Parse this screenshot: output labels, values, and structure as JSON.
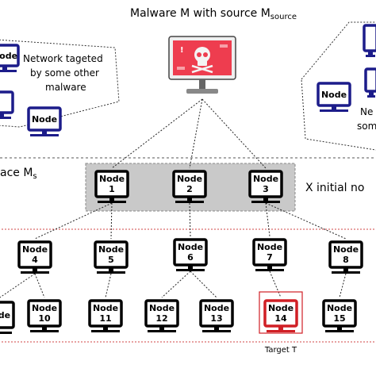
{
  "title": {
    "main": "Malware M with source M",
    "sub": "source"
  },
  "notes": {
    "other_network": [
      "Network tageted",
      "by some other",
      "malware"
    ],
    "right_network_fragment": [
      "Ne",
      "som"
    ],
    "subspace": {
      "main": "ace M",
      "sub": "s"
    },
    "initial_nodes": "X initial no"
  },
  "target_label": "Target T",
  "node_label": "Node",
  "colors": {
    "node_frame": "#000000",
    "other_network_frame": "#1c1c8a",
    "target_frame": "#d01f25",
    "malware_screen": "#ee3d4f",
    "subspace_fill": "#c9c9c9",
    "level_border": "#d04545"
  },
  "graph": {
    "top_nodes": [
      {
        "id": "1",
        "number": "1"
      },
      {
        "id": "2",
        "number": "2"
      },
      {
        "id": "3",
        "number": "3"
      }
    ],
    "level2_nodes": [
      {
        "id": "4",
        "number": "4"
      },
      {
        "id": "5",
        "number": "5"
      },
      {
        "id": "6",
        "number": "6"
      },
      {
        "id": "7",
        "number": "7"
      },
      {
        "id": "8",
        "number": "8"
      }
    ],
    "level3_nodes": [
      {
        "id": "9",
        "number": ""
      },
      {
        "id": "10",
        "number": "10"
      },
      {
        "id": "11",
        "number": "11"
      },
      {
        "id": "12",
        "number": "12"
      },
      {
        "id": "13",
        "number": "13"
      },
      {
        "id": "14",
        "number": "14",
        "is_target": true
      },
      {
        "id": "15",
        "number": "15"
      }
    ],
    "edges": [
      [
        "M",
        "1"
      ],
      [
        "M",
        "2"
      ],
      [
        "M",
        "3"
      ],
      [
        "1",
        "4"
      ],
      [
        "1",
        "5"
      ],
      [
        "2",
        "6"
      ],
      [
        "3",
        "7"
      ],
      [
        "3",
        "8"
      ],
      [
        "4",
        "9"
      ],
      [
        "4",
        "10"
      ],
      [
        "5",
        "11"
      ],
      [
        "6",
        "12"
      ],
      [
        "6",
        "13"
      ],
      [
        "7",
        "14"
      ],
      [
        "8",
        "15"
      ]
    ]
  }
}
